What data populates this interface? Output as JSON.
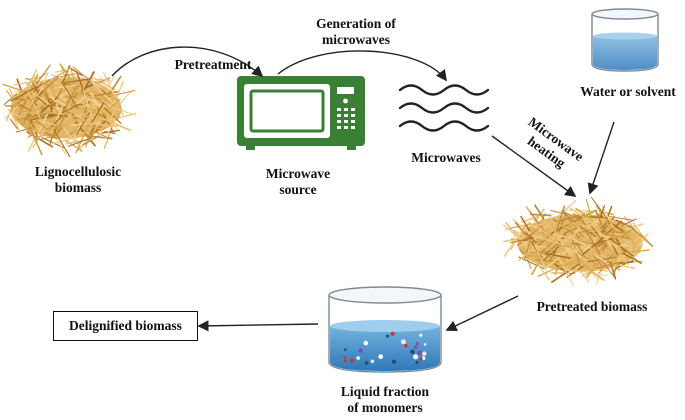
{
  "diagram": {
    "labels": {
      "lignocellulosic": [
        "Lignocellulosic",
        "biomass"
      ],
      "pretreatment": "Pretreatment",
      "microwave_source": [
        "Microwave",
        "source"
      ],
      "generation": [
        "Generation of",
        "microwaves"
      ],
      "microwaves": "Microwaves",
      "water_solvent": "Water or solvent",
      "microwave_heating": [
        "Microwave",
        "heating"
      ],
      "pretreated": "Pretreated biomass",
      "liquid_fraction": [
        "Liquid fraction",
        "of monomers"
      ],
      "delignified": "Delignified biomass"
    },
    "colors": {
      "straw": "#d9a84e",
      "straw_dark": "#a97324",
      "microwave_green": "#3a7f33",
      "water_blue": "#5f9cc9",
      "beaker_liquid": "#4f9ad0",
      "arrow": "#222222"
    },
    "icons": {
      "biomass": "straw-pile-icon",
      "microwave": "microwave-oven-icon",
      "waves": "microwave-waves-icon",
      "water": "water-beaker-icon",
      "liquid": "liquid-beaker-icon"
    }
  }
}
